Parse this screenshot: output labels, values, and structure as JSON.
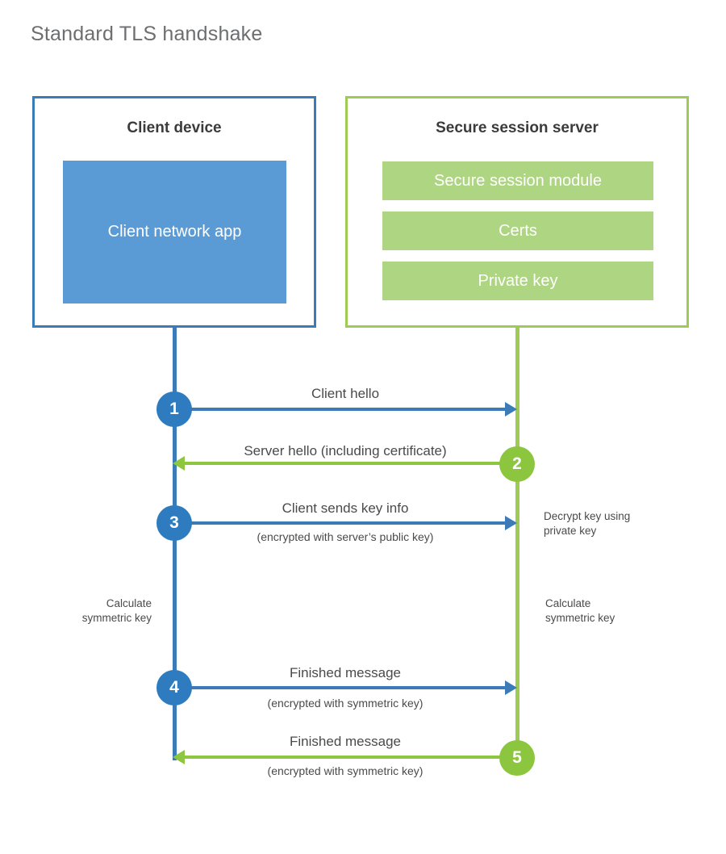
{
  "title": "Standard TLS handshake",
  "colors": {
    "client_accent": "#3b7cb8",
    "client_fill": "#5b9bd5",
    "client_circle": "#2e7cbf",
    "server_accent": "#9ecb54",
    "server_fill": "#aed581",
    "server_circle": "#8cc63e",
    "arrow_green": "#8dc63f",
    "title_text": "#6d6e70",
    "body_text": "#4a4a4a",
    "heading_text": "#3b3b3b",
    "background": "#ffffff"
  },
  "client": {
    "title": "Client device",
    "app_label": "Client network app"
  },
  "server": {
    "title": "Secure session server",
    "blocks": [
      {
        "label": "Secure session module"
      },
      {
        "label": "Certs"
      },
      {
        "label": "Private key"
      }
    ]
  },
  "messages": [
    {
      "step": "1",
      "side": "client",
      "direction": "right",
      "label": "Client hello",
      "sublabel": ""
    },
    {
      "step": "2",
      "side": "server",
      "direction": "left",
      "label": "Server hello (including certificate)",
      "sublabel": ""
    },
    {
      "step": "3",
      "side": "client",
      "direction": "right",
      "label": "Client sends key info",
      "sublabel": "(encrypted with server’s public key)"
    },
    {
      "step": "4",
      "side": "client",
      "direction": "right",
      "label": "Finished message",
      "sublabel": "(encrypted with symmetric key)"
    },
    {
      "step": "5",
      "side": "server",
      "direction": "left",
      "label": "Finished message",
      "sublabel": "(encrypted with symmetric key)"
    }
  ],
  "notes": {
    "decrypt_key": "Decrypt key using\nprivate key",
    "calc_key_client": "Calculate\nsymmetric key",
    "calc_key_server": "Calculate\nsymmetric key"
  }
}
